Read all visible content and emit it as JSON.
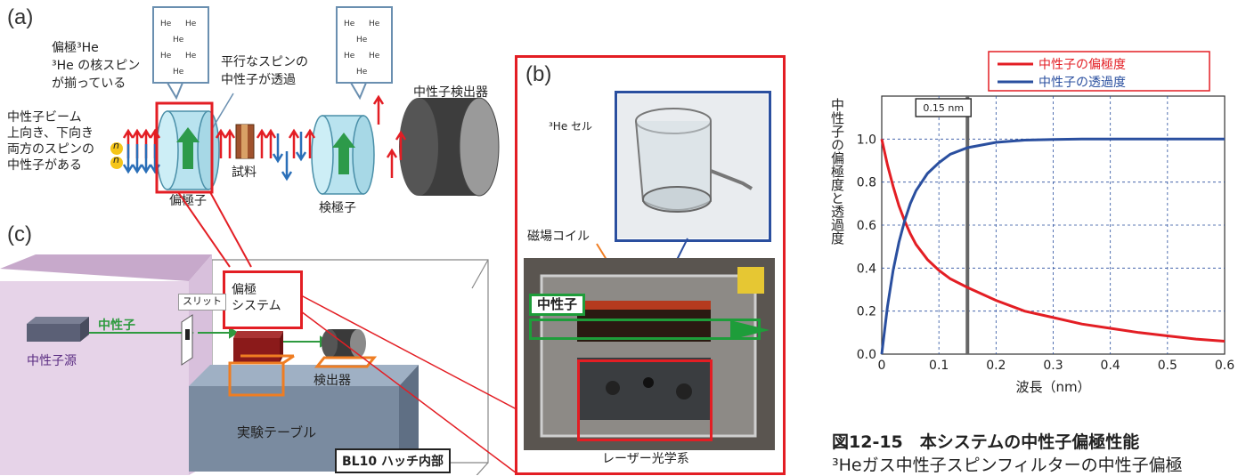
{
  "panel_a": {
    "letter": "(a)",
    "polarized_he_label": "偏極³He",
    "he_spin_line1": "³He の核スピン",
    "he_spin_line2": "が揃っている",
    "parallel_line1": "平行なスピンの",
    "parallel_line2": "中性子が透過",
    "beam_line1": "中性子ビーム",
    "beam_line2": "上向き、下向き",
    "beam_line3": "両方のスピンの",
    "beam_line4": "中性子がある",
    "neutron_symbol": "n",
    "polarizer_label": "偏極子",
    "sample_label": "試料",
    "analyzer_label": "検極子",
    "detector_label": "中性子検出器",
    "he_token": "He"
  },
  "panel_b": {
    "letter": "(b)",
    "he_cell_label": "³He セル",
    "magnetic_coil_label": "磁場コイル",
    "neutron_label": "中性子",
    "laser_label": "レーザー光学系"
  },
  "panel_c": {
    "letter": "(c)",
    "slit_label": "スリット",
    "polarization_system_line1": "偏極",
    "polarization_system_line2": "システム",
    "neutron_label": "中性子",
    "source_label": "中性子源",
    "detector_label": "検出器",
    "table_label": "実験テーブル",
    "hutch_label": "BL10 ハッチ内部"
  },
  "chart_data": {
    "type": "line",
    "xlabel": "波長（nm）",
    "ylabel": "中性子の偏極度と透過度",
    "xlim": [
      0,
      0.6
    ],
    "ylim": [
      0,
      1.2
    ],
    "xticks": [
      "0",
      "0.1",
      "0.2",
      "0.3",
      "0.4",
      "0.5",
      "0.6"
    ],
    "yticks": [
      "0.0",
      "0.2",
      "0.4",
      "0.6",
      "0.8",
      "1.0"
    ],
    "legend": "top-right",
    "grid": true,
    "annotation": "0.15 nm",
    "annotation_x": 0.15,
    "x": [
      0,
      0.01,
      0.02,
      0.03,
      0.04,
      0.05,
      0.06,
      0.08,
      0.1,
      0.12,
      0.15,
      0.2,
      0.25,
      0.3,
      0.35,
      0.4,
      0.45,
      0.5,
      0.55,
      0.6
    ],
    "series": [
      {
        "name": "中性子の偏極度",
        "color": "#e31e24",
        "values": [
          1.0,
          0.88,
          0.78,
          0.69,
          0.62,
          0.56,
          0.51,
          0.44,
          0.39,
          0.35,
          0.31,
          0.25,
          0.2,
          0.17,
          0.14,
          0.12,
          0.1,
          0.085,
          0.07,
          0.06
        ]
      },
      {
        "name": "中性子の透過度",
        "color": "#2a4f9f",
        "values": [
          0.0,
          0.22,
          0.39,
          0.52,
          0.62,
          0.7,
          0.76,
          0.84,
          0.89,
          0.93,
          0.96,
          0.985,
          0.995,
          0.998,
          1.0,
          1.0,
          1.0,
          1.0,
          1.0,
          1.0
        ]
      }
    ]
  },
  "caption": {
    "title": "図12-15　本システムの中性子偏極性能",
    "body": "³Heガス中性子スピンフィルターの中性子偏極"
  },
  "colors": {
    "accent_red": "#e31e24",
    "accent_blue": "#2a4f9f",
    "accent_green": "#1e9d3a",
    "purple_text": "#5b2d82"
  }
}
